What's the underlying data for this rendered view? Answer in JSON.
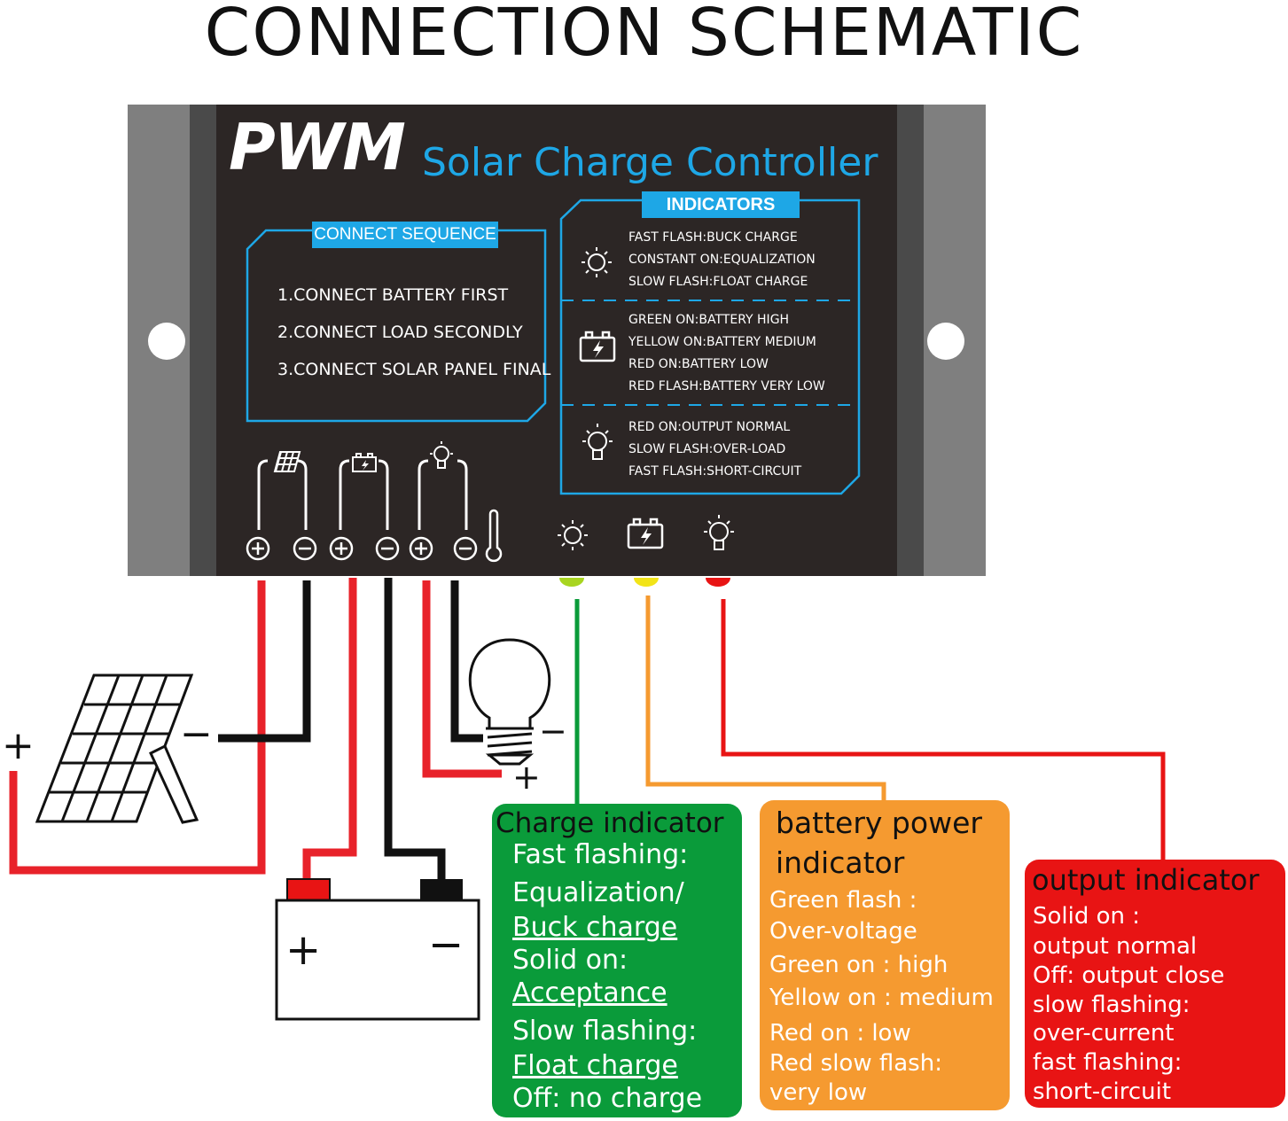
{
  "title": "CONNECTION SCHEMATIC",
  "controller": {
    "brand": "PWM",
    "product_name": "Solar Charge Controller",
    "connect_sequence": {
      "heading": "CONNECT SEQUENCE",
      "steps": [
        "1.CONNECT BATTERY FIRST",
        "2.CONNECT LOAD SECONDLY",
        "3.CONNECT SOLAR PANEL FINAL"
      ]
    },
    "indicators": {
      "heading": "INDICATORS",
      "groups": [
        {
          "icon": "sun-icon",
          "lines": [
            "FAST FLASH:BUCK CHARGE",
            "CONSTANT ON:EQUALIZATION",
            "SLOW FLASH:FLOAT CHARGE"
          ]
        },
        {
          "icon": "battery-icon",
          "lines": [
            "GREEN ON:BATTERY HIGH",
            "YELLOW ON:BATTERY MEDIUM",
            "RED ON:BATTERY LOW",
            "RED FLASH:BATTERY VERY LOW"
          ]
        },
        {
          "icon": "bulb-icon",
          "lines": [
            "RED ON:OUTPUT NORMAL",
            "SLOW FLASH:OVER-LOAD",
            "FAST FLASH:SHORT-CIRCUIT"
          ]
        }
      ]
    },
    "terminal_signs": [
      "+",
      "−",
      "+",
      "−",
      "+",
      "−"
    ],
    "led_colors": [
      "#a8d520",
      "#f2e418",
      "#e81414"
    ]
  },
  "wiring": {
    "plus": "+",
    "minus": "−",
    "colors": {
      "positive": "#e8222a",
      "negative": "#111111",
      "charge": "#0a9b3a",
      "battery": "#f59a30",
      "output": "#e81414"
    }
  },
  "charge_indicator": {
    "title": "Charge indicator",
    "lines": [
      "Fast flashing:",
      "Equalization/",
      "Buck charge",
      "Solid on:",
      "Acceptance",
      "Slow flashing:",
      "Float charge",
      "Off: no charge"
    ]
  },
  "battery_indicator": {
    "title_lines": [
      "battery power",
      "indicator"
    ],
    "lines": [
      "Green flash :",
      "Over-voltage",
      "Green on :  high",
      "Yellow on : medium",
      "Red on :       low",
      "Red slow flash:",
      "very low"
    ]
  },
  "output_indicator": {
    "title": "output indicator",
    "lines": [
      "Solid on :",
      "output normal",
      "Off: output close",
      "slow flashing:",
      "over-current",
      "fast flashing:",
      "short-circuit"
    ]
  }
}
